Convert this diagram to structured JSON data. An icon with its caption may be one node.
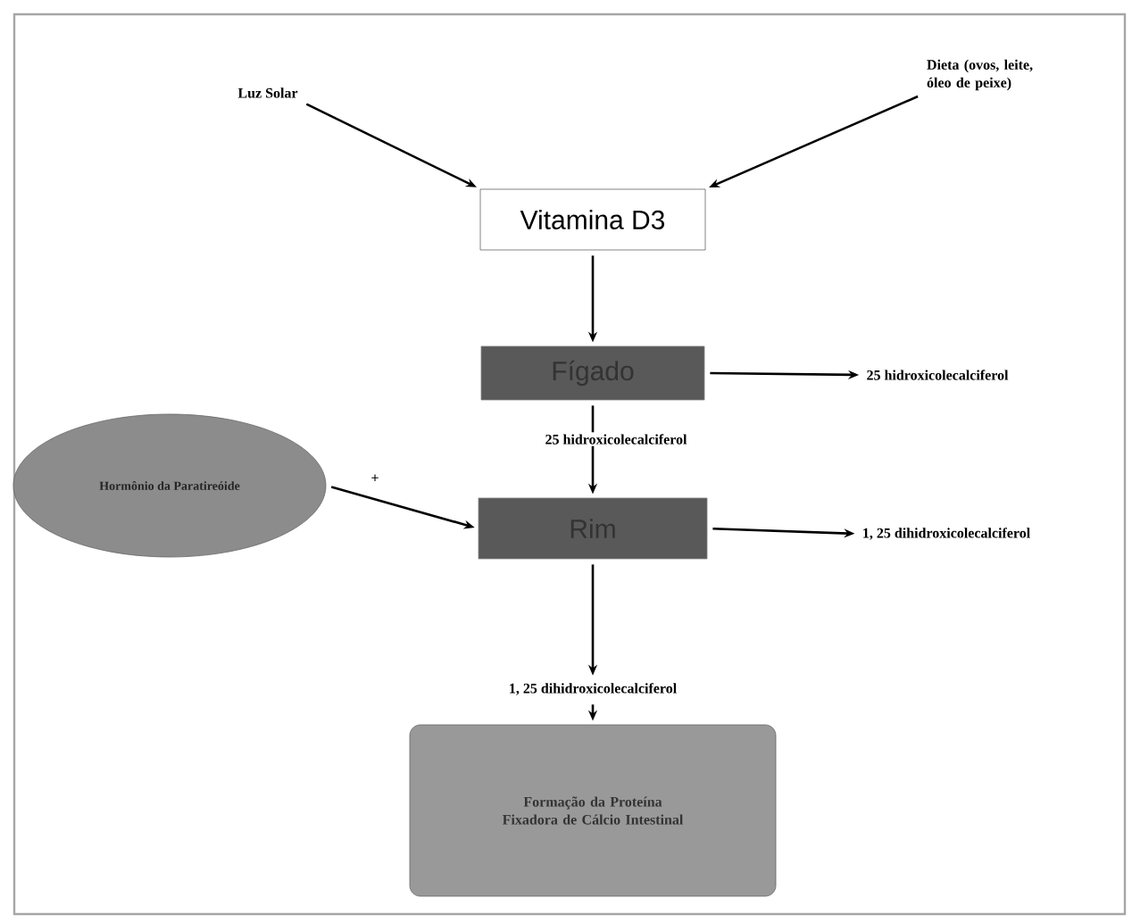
{
  "diagram": {
    "nodes": [
      {
        "text": [
          "Luz Solar"
        ]
      },
      {
        "text": [
          "Dieta (ovos, leite, óleo de peixe)"
        ]
      },
      {
        "text": [
          "Vitamina D3"
        ]
      },
      {
        "text": [
          "Fígado"
        ]
      },
      {
        "text": [
          "25 hidroxicolecalciferol"
        ]
      },
      {
        "text": [
          "Hormônio da Paratireóide"
        ]
      },
      {
        "text": [
          "Rim"
        ]
      },
      {
        "text": [
          "1, 25 dihidroxicolecalciferol"
        ]
      },
      {
        "text": [
          "1, 25 dihidroxicolecalciferol"
        ]
      },
      {
        "text": [
          "Formação da Proteína Fixadora de Cálcio Intestinal"
        ]
      }
    ],
    "edges": [
      {
        "from": 0,
        "to": 2,
        "arrow": "to"
      },
      {
        "from": 1,
        "to": 2,
        "arrow": "to"
      },
      {
        "from": 2,
        "to": 3,
        "arrow": "to"
      },
      {
        "from": 3,
        "to": 4,
        "arrow": "to"
      },
      {
        "from": 3,
        "to": 6,
        "arrow": "to",
        "label": "25 hidroxicolecalciferol"
      },
      {
        "from": 5,
        "to": 6,
        "arrow": "to",
        "label": "+"
      },
      {
        "from": 6,
        "to": 7,
        "arrow": "to"
      },
      {
        "from": 6,
        "to": 8,
        "arrow": "to"
      },
      {
        "from": 8,
        "to": 9,
        "arrow": "to"
      }
    ]
  }
}
